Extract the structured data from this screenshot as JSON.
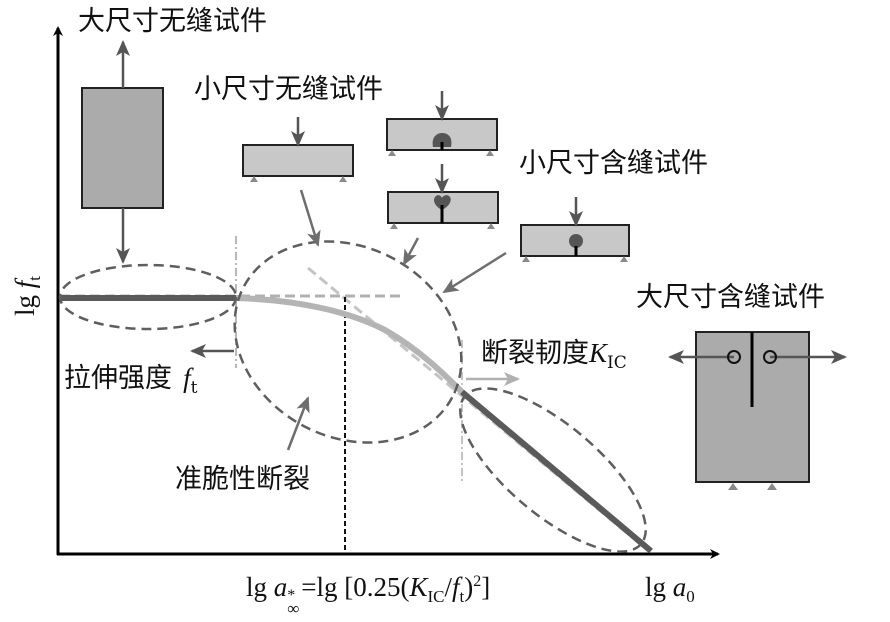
{
  "labels": {
    "large_unnotched": "大尺寸无缝试件",
    "small_unnotched": "小尺寸无缝试件",
    "small_notched": "小尺寸含缝试件",
    "large_notched": "大尺寸含缝试件",
    "tensile_strength_text": "拉伸强度",
    "tensile_strength_symbol": "f",
    "tensile_strength_sub": "t",
    "fracture_toughness_text": "断裂韧度",
    "fracture_toughness_symbol": "K",
    "fracture_toughness_sub": "IC",
    "quasi_brittle": "准脆性断裂"
  },
  "axes": {
    "y_label_prefix": "lg ",
    "y_label_symbol": "f",
    "y_label_sub": "t",
    "x_label_prefix": "lg ",
    "x_label_symbol": "a",
    "x_label_sub": "0",
    "x_marker_prefix": "lg ",
    "x_marker_symbol": "a",
    "x_marker_sub": "∞",
    "x_marker_sup": "*",
    "x_marker_eq": "=lg [0.25(",
    "x_marker_k": "K",
    "x_marker_k_sub": "IC",
    "x_marker_slash": "/",
    "x_marker_f": "f",
    "x_marker_f_sub": "t",
    "x_marker_close": ")",
    "x_marker_pow": "2",
    "x_marker_end": "]"
  },
  "colors": {
    "axis": "#000000",
    "curve_dark": "#5a5a5a",
    "curve_light": "#b4b4b4",
    "ellipse": "#5e5e5e",
    "asymptote": "#bdbdbd",
    "specimen_large": "#ababab",
    "specimen_small": "#c8c8c8",
    "arrow": "#5a5a5a",
    "crack": "#000000"
  },
  "regions": [
    {
      "name": "strength-region",
      "governed_by": "拉伸强度 f_t"
    },
    {
      "name": "quasi-brittle-region",
      "governed_by": "准脆性断裂"
    },
    {
      "name": "toughness-region",
      "governed_by": "断裂韧度 K_IC"
    }
  ]
}
